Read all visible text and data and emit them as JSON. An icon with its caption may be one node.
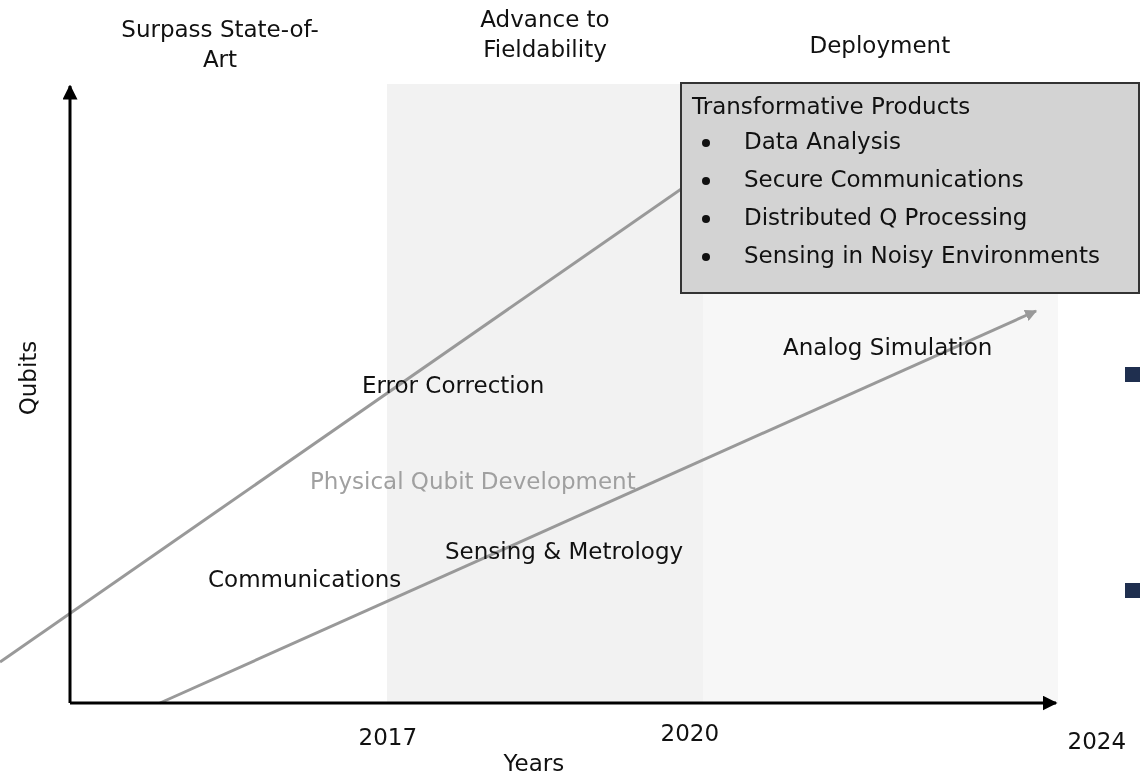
{
  "diagram": {
    "nodes": [
      {
        "text": [
          "Transformative Products",
          "Data Analysis",
          "Secure Communications",
          "Distributed Q Processing",
          "Sensing in Noisy Environments"
        ]
      }
    ],
    "labels": [
      "Surpass State-of-Art",
      "Advance to Fieldability",
      "Deployment",
      "Qubits",
      "Analog Simulation",
      "Error Correction",
      "Physical Qubit Development",
      "Sensing & Metrology",
      "Communications",
      "2017",
      "2020",
      "2024",
      "Years"
    ]
  }
}
